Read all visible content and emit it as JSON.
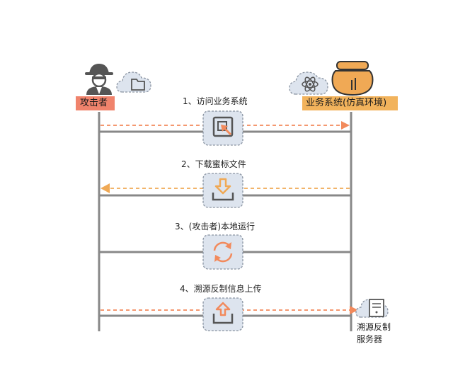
{
  "actors": {
    "attacker_label": "攻击者",
    "business_label": "业务系统(仿真环境)",
    "server_label_line1": "溯源反制",
    "server_label_line2": "服务器"
  },
  "steps": [
    {
      "label": "1、访问业务系统",
      "icon": "cursor-select-icon",
      "direction": "to-business"
    },
    {
      "label": "2、下载蜜标文件",
      "icon": "download-icon",
      "direction": "to-attacker"
    },
    {
      "label": "3、(攻击者)本地运行",
      "icon": "refresh-icon",
      "direction": "none"
    },
    {
      "label": "4、溯源反制信息上传",
      "icon": "upload-icon",
      "direction": "to-server"
    }
  ],
  "colors": {
    "accent_orange": "#f28a5c",
    "icon_orange": "#f0a955",
    "label_red_bg": "#f0836c",
    "label_amber_bg": "#f2b35c",
    "panel_bg": "#dde4ee",
    "line_gray": "#888888"
  }
}
